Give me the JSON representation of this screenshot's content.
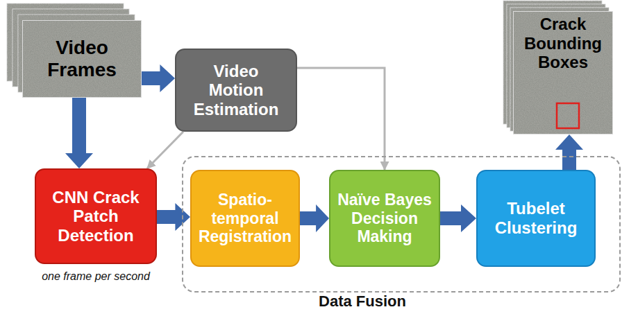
{
  "diagram": {
    "nodes": [
      {
        "text": [
          "Video Frames"
        ]
      },
      {
        "text": [
          "Video Motion Estimation"
        ]
      },
      {
        "text": [
          "Crack Bounding Boxes"
        ]
      },
      {
        "text": [
          "CNN Crack Patch Detection"
        ]
      },
      {
        "text": [
          "Data Fusion"
        ]
      },
      {
        "text": [
          "Spatio- temporal Registration"
        ],
        "in": 4
      },
      {
        "text": [
          "Naïve Bayes Decision Making"
        ],
        "in": 4
      },
      {
        "text": [
          "Tubelet Clustering"
        ],
        "in": 4
      }
    ],
    "edges": [
      {
        "from": 0,
        "to": 1,
        "arrow": "to"
      },
      {
        "from": 0,
        "to": 3,
        "arrow": "to"
      },
      {
        "from": 1,
        "to": 3,
        "arrow": "to"
      },
      {
        "from": 1,
        "to": 6,
        "arrow": "to"
      },
      {
        "from": 3,
        "to": 5,
        "arrow": "to"
      },
      {
        "from": 5,
        "to": 6,
        "arrow": "to"
      },
      {
        "from": 6,
        "to": 7,
        "arrow": "to"
      },
      {
        "from": 7,
        "to": 2,
        "arrow": "to"
      }
    ],
    "labels": [
      "one frame per second"
    ]
  }
}
